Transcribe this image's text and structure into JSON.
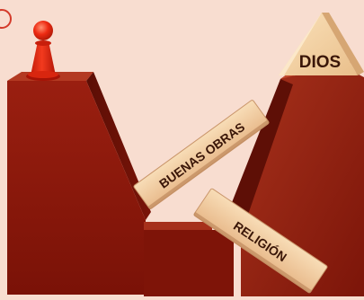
{
  "labels": {
    "peak": "DIOS",
    "left_plank": "BUENAS OBRAS",
    "bottom_plank": "RELIGIÓN"
  },
  "colors": {
    "background": "#f8ddd0",
    "cliff_front": "#8e1a0b",
    "cliff_dark": "#621006",
    "cliff_top": "#a92d18",
    "sign": "#f3cfa5",
    "pawn": "#e52713"
  }
}
